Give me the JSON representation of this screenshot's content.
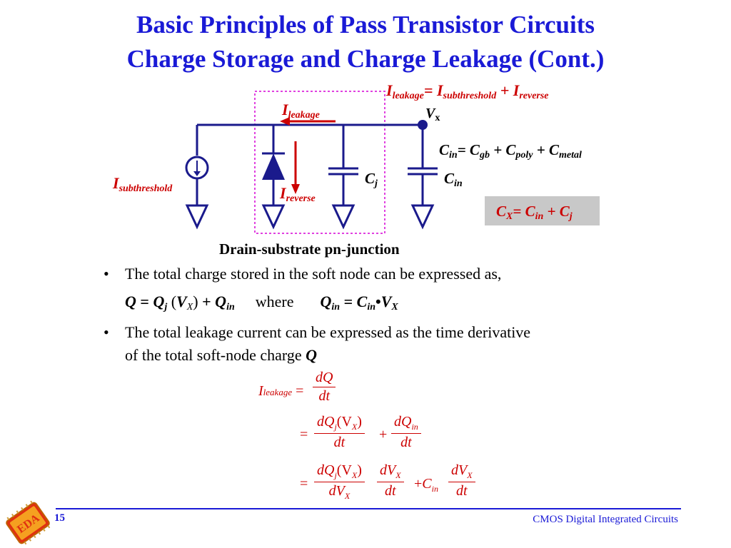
{
  "title": {
    "line1": "Basic Principles of Pass Transistor Circuits",
    "line2": "Charge Storage and Charge Leakage (Cont.)"
  },
  "diagram": {
    "leakage_eq": {
      "lhs": "I",
      "lhs_sub": "leakage",
      "eq": "=",
      "t1": "I",
      "t1_sub": "subthreshold",
      "plus": "+",
      "t2": "I",
      "t2_sub": "reverse"
    },
    "vx": {
      "main": "V",
      "sub": "x"
    },
    "ileakage": {
      "main": "I",
      "sub": "leakage"
    },
    "isub": {
      "main": "I",
      "sub": "subthreshold"
    },
    "irev": {
      "main": "I",
      "sub": "reverse"
    },
    "cj": {
      "main": "C",
      "sub": "j"
    },
    "cin": {
      "main": "C",
      "sub": "in"
    },
    "cin_eq": {
      "t0": "C",
      "t0s": "in",
      "eq": "=",
      "t1": "C",
      "t1s": "gb",
      "p1": "+",
      "t2": "C",
      "t2s": "poly",
      "p2": "+",
      "t3": "C",
      "t3s": "metal"
    },
    "cx_eq": {
      "t0": "C",
      "t0s": "X",
      "eq": "=",
      "t1": "C",
      "t1s": "in",
      "p": "+",
      "t2": "C",
      "t2s": "j"
    },
    "caption": "Drain-substrate pn-junction"
  },
  "bullets": {
    "b1": "The total charge stored in the soft node can be expressed as,",
    "b1_eq": {
      "q": "Q",
      "eq1": "=",
      "qj": "Q",
      "qj_s": "j",
      "vx_open": "(",
      "vx": "V",
      "vx_s": "X",
      "vx_close": ")",
      "plus": "+",
      "qin": "Q",
      "qin_s": "in",
      "where": "where",
      "qin2": "Q",
      "qin2_s": "in",
      "eq2": "=",
      "cin": "C",
      "cin_s": "in",
      "dot": "•",
      "v": "V",
      "v_s": "X"
    },
    "b2_line1": "The total leakage current can be expressed as the time derivative",
    "b2_line2": "of the total soft-node charge ",
    "b2_q": "Q",
    "marker": "•"
  },
  "equations": {
    "r1": {
      "lhs": "I",
      "lhs_sub": "leakage",
      "eq": "=",
      "num": "dQ",
      "den": "dt"
    },
    "r2": {
      "eq": "=",
      "n1": "dQ",
      "n1_sub": "j",
      "n1_arg": "(V",
      "n1_arg_sub": "X",
      "n1_close": ")",
      "d1": "dt",
      "plus": "+",
      "n2": "dQ",
      "n2_sub": "in",
      "d2": "dt"
    },
    "r3": {
      "eq": "=",
      "n1": "dQ",
      "n1_sub": "j",
      "n1_arg": "(V",
      "n1_arg_sub": "X",
      "n1_close": ")",
      "d1": "dV",
      "d1_sub": "X",
      "n2": "dV",
      "n2_sub": "X",
      "d2": "dt",
      "plus": "+",
      "c": "C",
      "c_sub": "in",
      "n3": "dV",
      "n3_sub": "X",
      "d3": "dt"
    }
  },
  "footer": {
    "page": "15",
    "course": "CMOS Digital Integrated Circuits",
    "logo_text": "EDA"
  },
  "colors": {
    "title": "#1a1ad6",
    "accent": "#cc0000",
    "node": "#1a1a8c",
    "highlight_box": "#c8c8c8",
    "dashed_box": "#e040e0"
  }
}
